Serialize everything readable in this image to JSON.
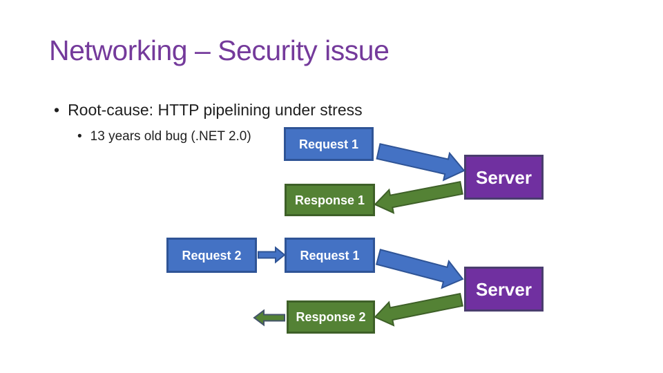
{
  "slide": {
    "title": "Networking – Security issue",
    "bullet_char": "•",
    "bullets": [
      {
        "level": 1,
        "text": "Root-cause: HTTP pipelining under stress"
      },
      {
        "level": 2,
        "text": "13 years old bug (.NET 2.0)"
      }
    ]
  },
  "diagram": {
    "sequence1": {
      "request1_label": "Request 1",
      "server_label": "Server",
      "response1_label": "Response 1"
    },
    "sequence2": {
      "request2_label": "Request 2",
      "request1_label": "Request 1",
      "server_label": "Server",
      "response2_label": "Response 2"
    }
  },
  "colors": {
    "title_text": "#743A9B",
    "body_text": "#1F1F1F",
    "request_fill": "#4472C4",
    "request_border": "#2F5496",
    "response_fill": "#548235",
    "response_border": "#3E6028",
    "server_fill": "#7030A0",
    "server_border": "#4A3D6E",
    "background": "#FFFFFF"
  }
}
